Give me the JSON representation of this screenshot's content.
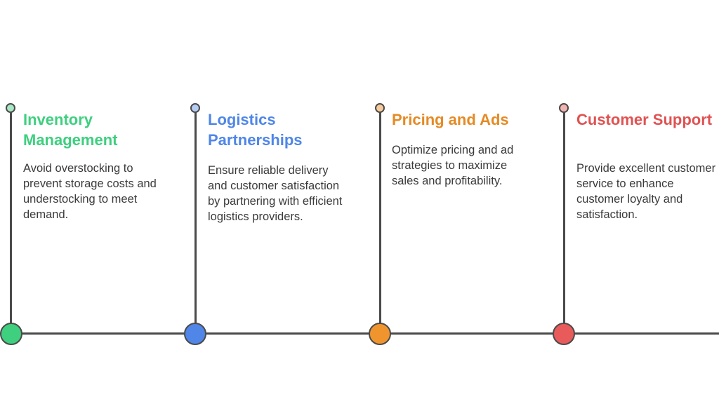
{
  "stages": [
    {
      "title": "Inventory Management",
      "description": "Avoid overstocking to prevent storage costs and understocking to meet demand.",
      "color": "#3ecf7f",
      "icon": "circle-node-icon"
    },
    {
      "title": "Logistics Partnerships",
      "description": "Ensure reliable delivery and customer satisfaction by partnering with efficient logistics providers.",
      "color": "#4f86e8",
      "icon": "circle-node-icon"
    },
    {
      "title": "Pricing and Ads",
      "description": "Optimize pricing and ad strategies to maximize sales and profitability.",
      "color": "#f0952e",
      "icon": "circle-node-icon"
    },
    {
      "title": "Customer Support",
      "description": "Provide excellent customer service to enhance customer loyalty and satisfaction.",
      "color": "#e95a5a",
      "icon": "circle-node-icon"
    }
  ]
}
